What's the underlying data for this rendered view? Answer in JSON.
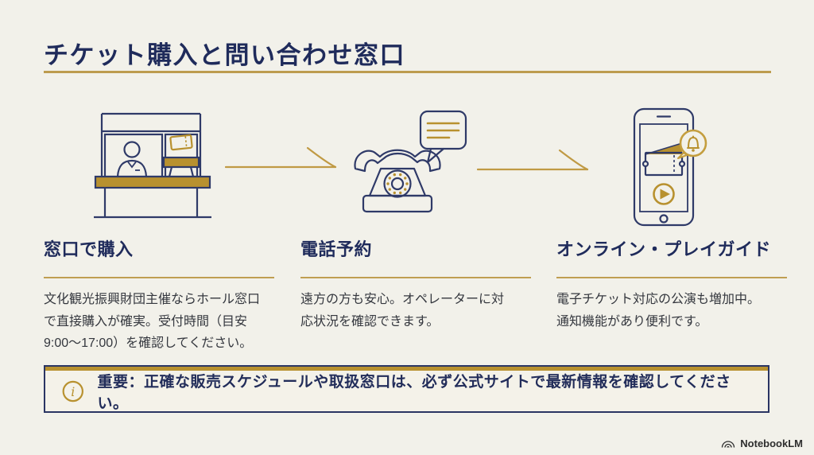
{
  "slide": {
    "title": "チケット購入と問い合わせ窓口",
    "columns": [
      {
        "icon": "ticket-booth-icon",
        "heading": "窓口で購入",
        "body": "文化観光振興財団主催ならホール窓口\nで直接購入が確実。受付時間（目安\n9:00〜17:00）を確認してください。"
      },
      {
        "icon": "telephone-icon",
        "heading": "電話予約",
        "body": "遠方の方も安心。オペレーターに対\n応状況を確認できます。"
      },
      {
        "icon": "smartphone-icon",
        "heading": "オンライン・プレイガイド",
        "body": "電子チケット対応の公演も増加中。\n通知機能があり便利です。"
      }
    ],
    "notice": {
      "icon": "info-icon",
      "text": "重要：正確な販売スケジュールや取扱窓口は、必ず公式サイトで最新情報を確認してください。"
    },
    "footer": {
      "brand": "NotebookLM",
      "icon": "notebooklm-logo-icon"
    },
    "icons": {
      "flow": "arrow-right-icon"
    },
    "colors": {
      "background": "#F2F1EA",
      "navy_text": "#1F2B5B",
      "icon_navy": "#2F3A68",
      "gold": "#B8912F",
      "gold_rule": "#BD9C4F",
      "body_text": "#34373E",
      "notice_border": "#2A3563",
      "footer_text": "#2E2E2E"
    }
  }
}
